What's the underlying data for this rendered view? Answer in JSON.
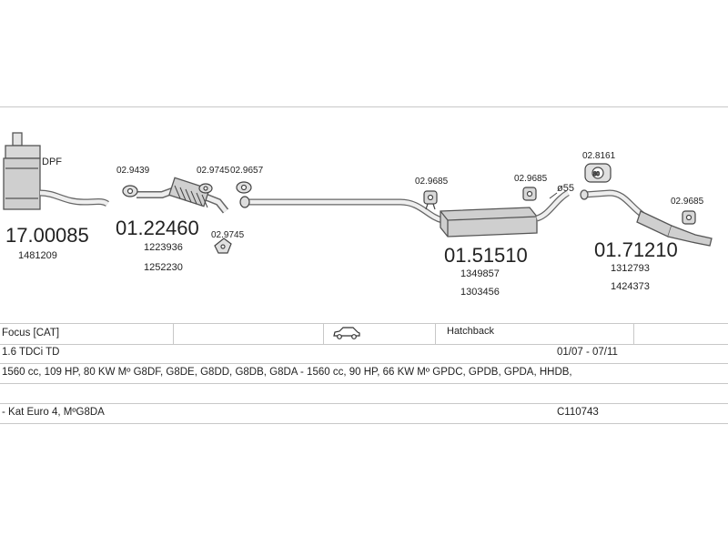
{
  "parts": {
    "dpf": {
      "tag": "DPF",
      "part_no": "17.00085",
      "oe": [
        "1481209"
      ]
    },
    "front_pipe": {
      "part_no": "01.22460",
      "oe": [
        "1223936",
        "1252230"
      ]
    },
    "middle_silencer": {
      "part_no": "01.51510",
      "oe": [
        "1349857",
        "1303456"
      ]
    },
    "rear_silencer": {
      "part_no": "01.71210",
      "oe": [
        "1312793",
        "1424373"
      ]
    }
  },
  "fittings": {
    "f1": "02.9439",
    "f2": "02.9745",
    "f3": "02.9657",
    "f4": "02.9745",
    "f5": "02.9685",
    "f6": "02.9685",
    "f7": "02.8161",
    "f8": "02.9685",
    "diameter": "ø55"
  },
  "vehicle": {
    "model": "Focus  [CAT]",
    "body": "Hatchback",
    "engine": "1.6 TDCi TD",
    "years": "01/07 - 07/11",
    "specs": "1560 cc, 109 HP, 80 KW Mº G8DF, G8DE, G8DD, G8DB, G8DA - 1560 cc, 90 HP, 66 KW Mº GPDC, GPDB, GPDA, HHDB,",
    "notes": "- Kat Euro 4, MºG8DA",
    "code": "C110743"
  },
  "icons": {
    "car": "car-side-icon"
  },
  "colors": {
    "line": "#555555",
    "grid": "#c8c8c8",
    "text": "#222222"
  }
}
